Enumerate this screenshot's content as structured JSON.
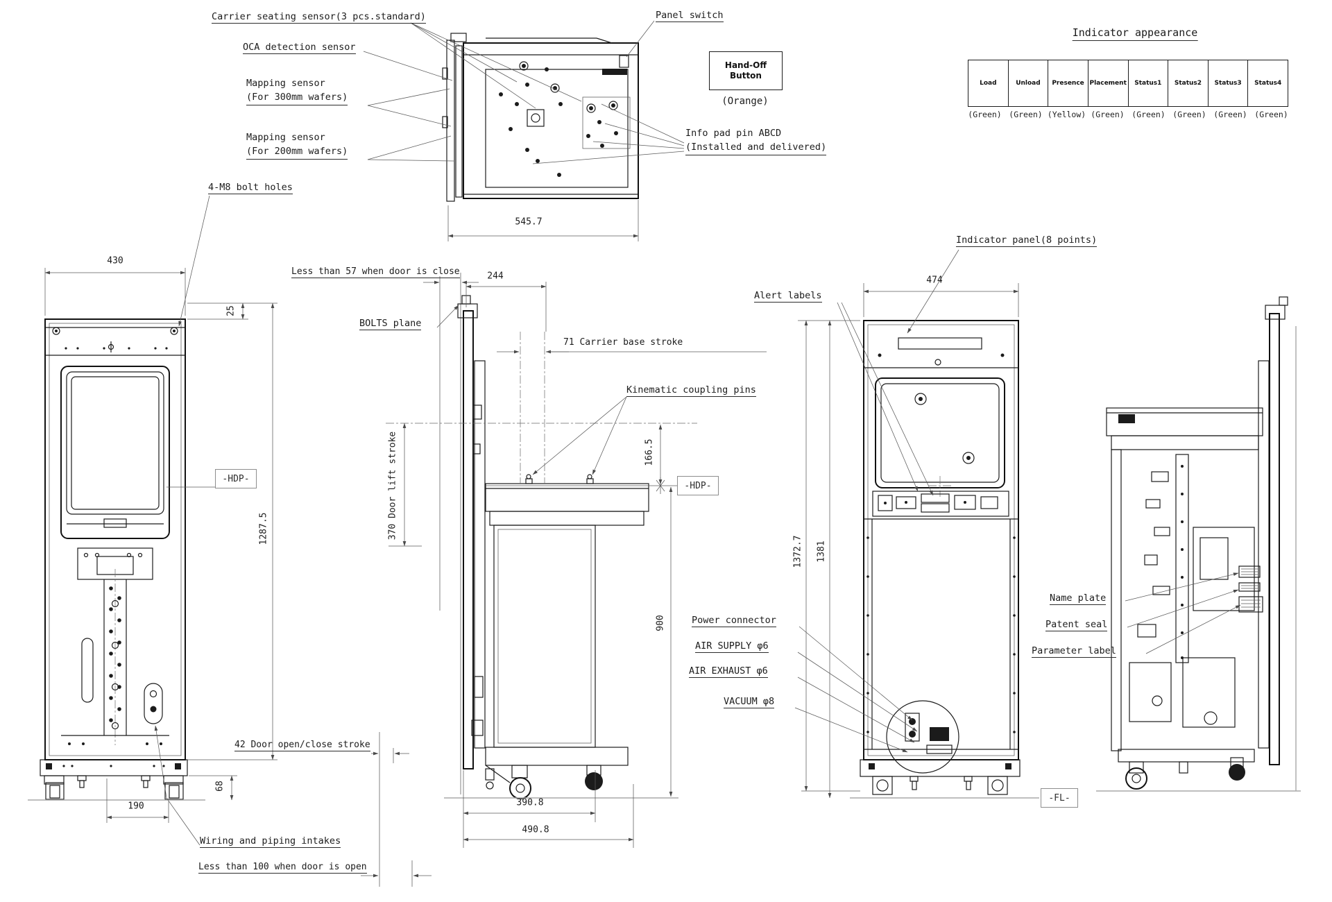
{
  "top_view": {
    "labels": {
      "carrier_seating": "Carrier seating sensor(3 pcs.standard)",
      "oca_detection": "OCA detection sensor",
      "mapping_300_1": "Mapping sensor",
      "mapping_300_2": "(For 300mm wafers)",
      "mapping_200_1": "Mapping sensor",
      "mapping_200_2": "(For 200mm wafers)",
      "panel_switch": "Panel switch",
      "info_pad_1": "Info pad pin ABCD",
      "info_pad_2": "(Installed and delivered)"
    },
    "dims": {
      "overall_width": "545.7"
    }
  },
  "hand_off": {
    "line1": "Hand-Off",
    "line2": "Button",
    "color_note": "(Orange)"
  },
  "indicator": {
    "title": "Indicator appearance",
    "cells": [
      "Load",
      "Unload",
      "Presence",
      "Placement",
      "Status1",
      "Status2",
      "Status3",
      "Status4"
    ],
    "colors": [
      "(Green)",
      "(Green)",
      "(Yellow)",
      "(Green)",
      "(Green)",
      "(Green)",
      "(Green)",
      "(Green)"
    ]
  },
  "front_view": {
    "labels": {
      "bolt_holes": "4-M8 bolt holes",
      "door_close_note": "Less than 57 when door is close",
      "hdp": "-HDP-",
      "door_stroke": "42 Door open/close stroke",
      "wiring_intakes": "Wiring and piping intakes",
      "door_open_note": "Less than 100 when door is open"
    },
    "dims": {
      "width": "430",
      "top_offset": "25",
      "height": "1287.5",
      "base_width": "190",
      "base_height": "68"
    }
  },
  "side_view": {
    "labels": {
      "bolts_plane": "BOLTS plane",
      "carrier_stroke": "71 Carrier base stroke",
      "kinematic_pins": "Kinematic coupling pins",
      "door_lift": "370 Door lift stroke",
      "hdp": "-HDP-"
    },
    "dims": {
      "front_offset": "244",
      "hdp_offset": "166.5",
      "hdp_height": "900",
      "body_depth": "390.8",
      "overall_depth": "490.8"
    }
  },
  "rear_view": {
    "labels": {
      "alert": "Alert labels",
      "indicator_panel": "Indicator panel(8 points)",
      "power": "Power connector",
      "air_supply": "AIR SUPPLY φ6",
      "air_exhaust": "AIR EXHAUST φ6",
      "vacuum": "VACUUM φ8",
      "fl": "-FL-"
    },
    "dims": {
      "width": "474",
      "height_1": "1372.7",
      "height_2": "1381"
    }
  },
  "right_view": {
    "labels": {
      "name_plate": "Name plate",
      "patent_seal": "Patent seal",
      "parameter_label": "Parameter label"
    }
  }
}
